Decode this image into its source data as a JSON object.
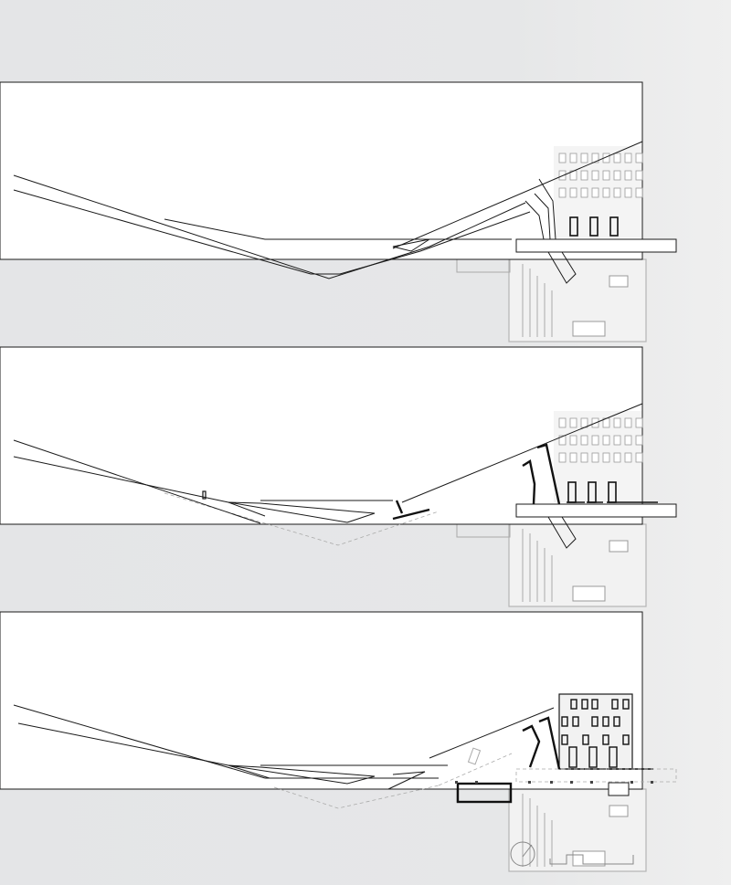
{
  "drawing": {
    "panels": [
      "plan-level-1",
      "plan-level-2",
      "plan-level-3"
    ],
    "colors": {
      "background": "#e5e6e7",
      "paper": "#ffffff",
      "line": "#1a1a1a",
      "secondary_line": "#a9a9a9"
    },
    "icons": {
      "north_arrow": "north-arrow-icon",
      "scale_bar": "scale-bar-icon"
    }
  }
}
